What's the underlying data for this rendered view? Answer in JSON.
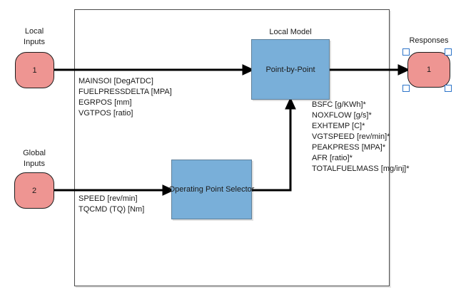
{
  "diagram": {
    "title": "Local Model point-by-point subsystem diagram",
    "colors": {
      "port_fill": "#EE9592",
      "port_border": "#1c1c1c",
      "block_fill": "#79AFD9",
      "block_border": "#5e7f99",
      "selection_handle": "#2e75c9",
      "wire": "#000000",
      "boundary_border": "#4b4b4b",
      "background": "#ffffff"
    },
    "ports": {
      "local_inputs": {
        "label": "Local\nInputs",
        "number": "1"
      },
      "global_inputs": {
        "label": "Global\nInputs",
        "number": "2"
      },
      "responses": {
        "label": "Responses",
        "number": "1",
        "selected": "true"
      }
    },
    "blocks": {
      "local_model": {
        "title": "Local Model",
        "label": "Point-by-Point"
      },
      "operating_point_selector": {
        "label": "Operating Point Selector"
      }
    },
    "signal_labels": {
      "local_inputs": [
        "MAINSOI [DegATDC]",
        "FUELPRESSDELTA [MPA]",
        "EGRPOS [mm]",
        "VGTPOS [ratio]"
      ],
      "global_inputs": [
        "SPEED [rev/min]",
        "TQCMD (TQ) [Nm]"
      ],
      "responses": [
        "BSFC [g/KWh]*",
        "NOXFLOW [g/s]*",
        "EXHTEMP [C]*",
        "VGTSPEED [rev/min]*",
        "PEAKPRESS [MPA]*",
        "AFR [ratio]*",
        "TOTALFUELMASS [mg/inj]*"
      ]
    }
  }
}
